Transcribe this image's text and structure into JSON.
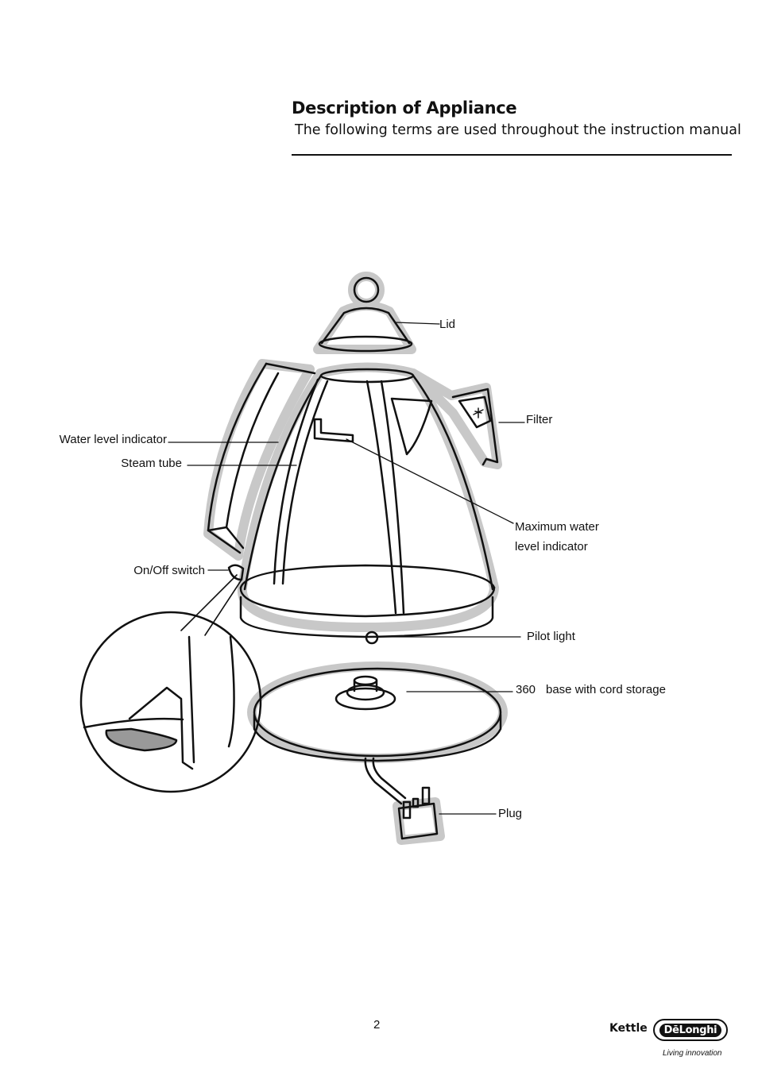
{
  "header": {
    "title": "Description of Appliance",
    "subtitle": "The following terms are used throughout the instruction manual"
  },
  "labels": {
    "lid": "Lid",
    "filter": "Filter",
    "water_level_indicator": "Water level indicator",
    "steam_tube": "Steam tube",
    "max_water_line1": "Maximum water",
    "max_water_line2": "level indicator",
    "on_off_switch": "On/Off switch",
    "pilot_light": "Pilot light",
    "base_prefix": "360",
    "base_text": "base with cord storage",
    "plug": "Plug"
  },
  "footer": {
    "page_number": "2",
    "product": "Kettle",
    "brand": "DēLonghi",
    "tagline": "Living innovation"
  }
}
